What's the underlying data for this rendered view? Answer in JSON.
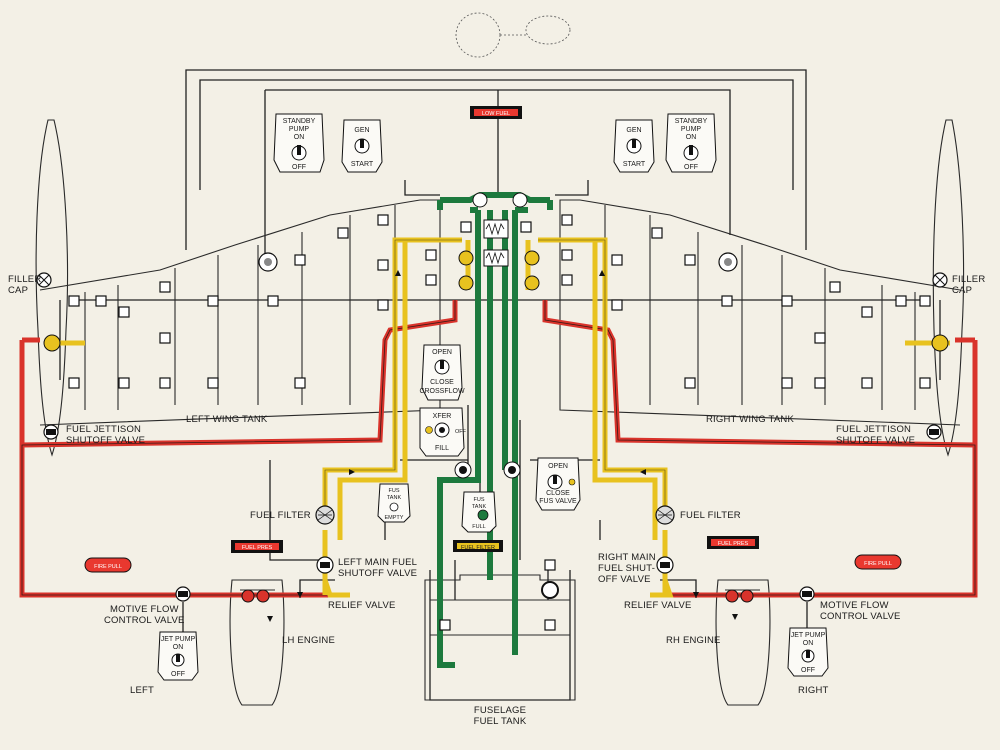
{
  "labels": {
    "filler_cap_left": [
      "FILLER",
      "CAP"
    ],
    "filler_cap_right": [
      "FILLER",
      "CAP"
    ],
    "left_wing_tank": "LEFT WING TANK",
    "right_wing_tank": "RIGHT WING TANK",
    "jettison_left": [
      "FUEL JETTISON",
      "SHUTOFF VALVE"
    ],
    "jettison_right": [
      "FUEL JETTISON",
      "SHUTOFF VALVE"
    ],
    "fuel_filter_left": "FUEL FILTER",
    "fuel_filter_right": "FUEL FILTER",
    "left_main_valve": [
      "LEFT MAIN FUEL",
      "SHUTOFF VALVE"
    ],
    "right_main_valve": [
      "RIGHT MAIN",
      "FUEL SHUT-",
      "OFF VALVE"
    ],
    "relief_left": "RELIEF VALVE",
    "relief_right": "RELIEF VALVE",
    "motive_left": [
      "MOTIVE FLOW",
      "CONTROL VALVE"
    ],
    "motive_right": [
      "MOTIVE FLOW",
      "CONTROL VALVE"
    ],
    "lh_engine": "LH ENGINE",
    "rh_engine": "RH ENGINE",
    "left": "LEFT",
    "right": "RIGHT",
    "fuselage_tank": [
      "FUSELAGE",
      "FUEL TANK"
    ]
  },
  "switches": {
    "standby_left": [
      "STANDBY",
      "PUMP",
      "ON",
      "OFF"
    ],
    "standby_right": [
      "STANDBY",
      "PUMP",
      "ON",
      "OFF"
    ],
    "gen_left": [
      "GEN",
      "START"
    ],
    "gen_right": [
      "GEN",
      "START"
    ],
    "crossflow": [
      "OPEN",
      "CLOSE",
      "CROSSFLOW"
    ],
    "xfer": [
      "XFER",
      "OFF",
      "FILL"
    ],
    "fus_valve": [
      "OPEN",
      "CLOSE",
      "FUS VALVE"
    ],
    "fus_tank_empty": [
      "FUS",
      "TANK",
      "EMPTY"
    ],
    "fus_tank_full": [
      "FUS",
      "TANK",
      "FULL"
    ],
    "jet_pump_left": [
      "JET PUMP",
      "ON",
      "OFF"
    ],
    "jet_pump_right": [
      "JET PUMP",
      "ON",
      "OFF"
    ]
  },
  "annunciators": {
    "top": "LOW FUEL",
    "fuel_press_left": "FUEL PRES",
    "fuel_press_right": "FUEL PRES",
    "fire_pull_left": "FIRE PULL",
    "fire_pull_right": "FIRE PULL",
    "fuel_filter_center": "FUEL FILTER"
  },
  "colors": {
    "yellow_line": "#e8c21f",
    "red_line": "#d9332b",
    "green_line": "#1d7a3e",
    "paper": "#f3f0e6"
  }
}
